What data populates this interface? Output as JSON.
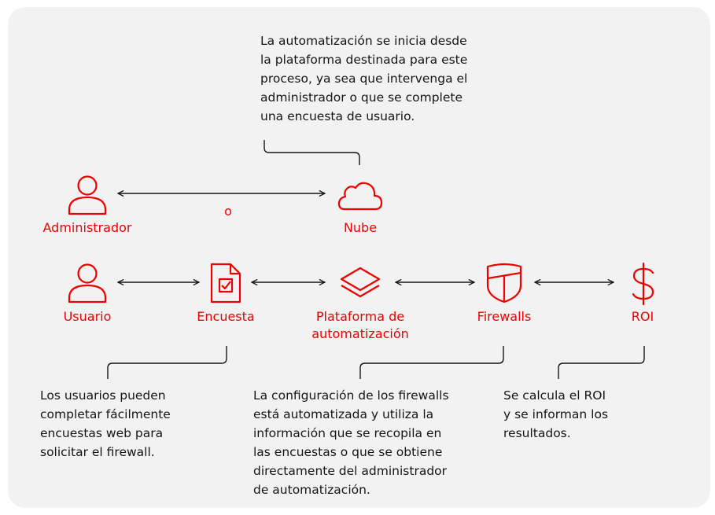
{
  "colors": {
    "accent": "#ee0000",
    "text": "#151515",
    "panel": "#f2f2f2"
  },
  "top_note": "La automatización se inicia desde\nla plataforma destinada para este\nproceso, ya sea que intervenga el\nadministrador o que se complete\nuna encuesta de usuario.",
  "row1": {
    "admin_label": "Administrador",
    "connector_label": "o",
    "cloud_label": "Nube"
  },
  "row2": {
    "user_label": "Usuario",
    "survey_label": "Encuesta",
    "platform_label": "Plataforma de\nautomatización",
    "firewalls_label": "Firewalls",
    "roi_label": "ROI"
  },
  "notes": {
    "users": "Los usuarios pueden\ncompletar fácilmente\nencuestas web para\nsolicitar el firewall.",
    "firewalls": "La configuración de los firewalls\nestá automatizada y utiliza la\ninformación que se recopila en\nlas encuestas o que se obtiene\ndirectamente del administrador\nde automatización.",
    "roi": "Se calcula el ROI\ny se informan los\nresultados."
  },
  "icons": [
    "person-icon",
    "cloud-icon",
    "survey-document-icon",
    "layers-icon",
    "firewall-shield-icon",
    "dollar-icon"
  ]
}
